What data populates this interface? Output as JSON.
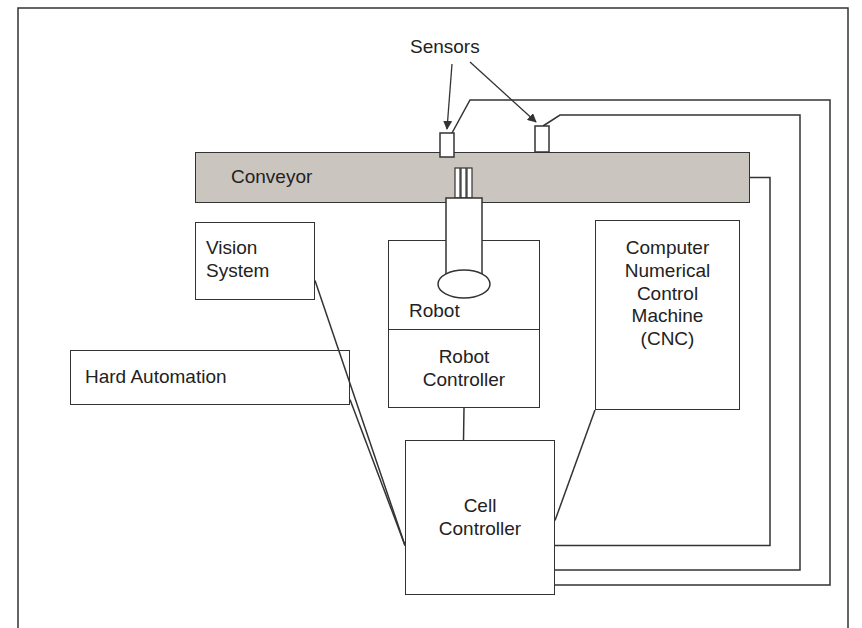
{
  "diagram": {
    "nodes": [
      {
        "text": [
          "Conveyor"
        ]
      },
      {
        "text": [
          "Vision System"
        ]
      },
      {
        "text": [
          "Robot"
        ]
      },
      {
        "text": [
          "Computer Numerical Control Machine (CNC)"
        ]
      },
      {
        "text": [
          "Hard Automation"
        ]
      },
      {
        "text": [
          "Robot Controller"
        ]
      },
      {
        "text": [
          "Cell Controller"
        ]
      }
    ],
    "edges": [
      {
        "from": 1,
        "to": 6,
        "arrow": "none"
      },
      {
        "from": 4,
        "to": 6,
        "arrow": "none"
      },
      {
        "from": 5,
        "to": 6,
        "arrow": "none"
      },
      {
        "from": 3,
        "to": 6,
        "arrow": "none"
      },
      {
        "from": 0,
        "to": 6,
        "arrow": "none"
      }
    ],
    "labels": [
      "Sensors"
    ]
  }
}
